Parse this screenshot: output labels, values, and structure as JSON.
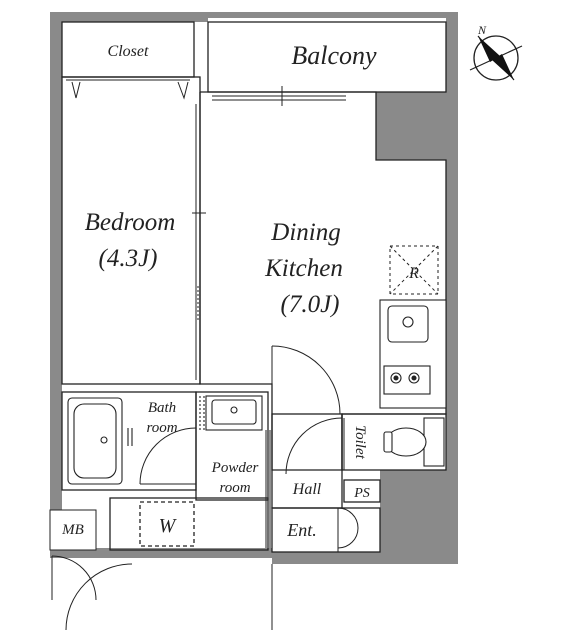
{
  "rooms": {
    "closet": "Closet",
    "balcony": "Balcony",
    "bedroom_name": "Bedroom",
    "bedroom_size": "(4.3J)",
    "dk_line1": "Dining",
    "dk_line2": "Kitchen",
    "dk_size": "(7.0J)",
    "fridge": "R",
    "bath_line1": "Bath",
    "bath_line2": "room",
    "powder_line1": "Powder",
    "powder_line2": "room",
    "toilet": "Toilet",
    "hall": "Hall",
    "ps": "PS",
    "washer": "W",
    "mb": "MB",
    "entrance": "Ent."
  },
  "compass": {
    "north": "N"
  },
  "colors": {
    "wall": "#888888",
    "line": "#222222",
    "floor": "#ffffff"
  }
}
